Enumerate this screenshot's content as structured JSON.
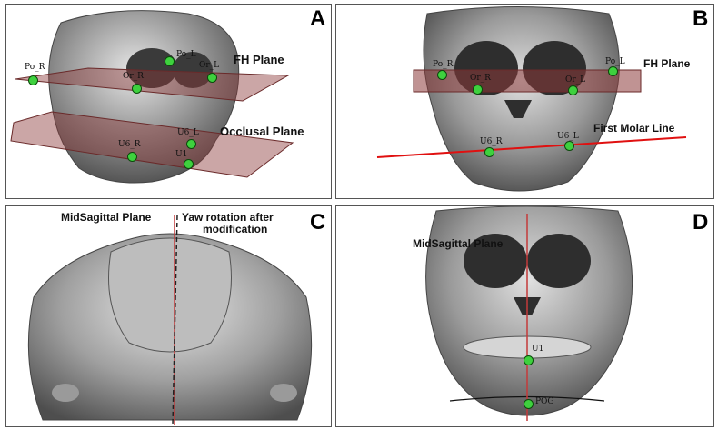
{
  "panels": {
    "a": {
      "letter": "A",
      "fh_plane": "FH Plane",
      "occlusal_plane": "Occlusal Plane",
      "points": {
        "po_r": "Po_R",
        "or_r": "Or_R",
        "po_l": "Po_L",
        "or_l": "Or_L",
        "u6_r": "U6_R",
        "u6_l": "U6_L",
        "u1": "U1"
      }
    },
    "b": {
      "letter": "B",
      "fh_plane": "FH Plane",
      "first_molar_line": "First Molar Line",
      "points": {
        "po_r": "Po_R",
        "or_r": "Or_R",
        "or_l": "Or_L",
        "po_l": "Po_L",
        "u6_r": "U6_R",
        "u6_l": "U6_L"
      }
    },
    "c": {
      "letter": "C",
      "midsagittal": "MidSagittal Plane",
      "yaw_line1": "Yaw rotation after",
      "yaw_line2": "modification"
    },
    "d": {
      "letter": "D",
      "midsagittal": "MidSagittal Plane",
      "points": {
        "u1": "U1",
        "pog": "POG"
      }
    }
  },
  "colors": {
    "plane_fill": "#8c3a3a",
    "landmark": "#3ed13e",
    "line_red": "#e01010",
    "skull": "#8a8a8a"
  }
}
